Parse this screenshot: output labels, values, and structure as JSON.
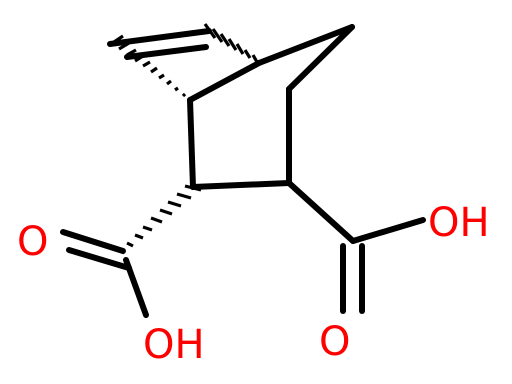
{
  "molecule": {
    "atoms": {
      "o_left": "O",
      "oh_top_right": "OH",
      "oh_bottom_left": "OH",
      "o_bottom_right": "O"
    },
    "colors": {
      "bond": "#000000",
      "oxygen": "#ff0000",
      "background": "#ffffff"
    }
  }
}
